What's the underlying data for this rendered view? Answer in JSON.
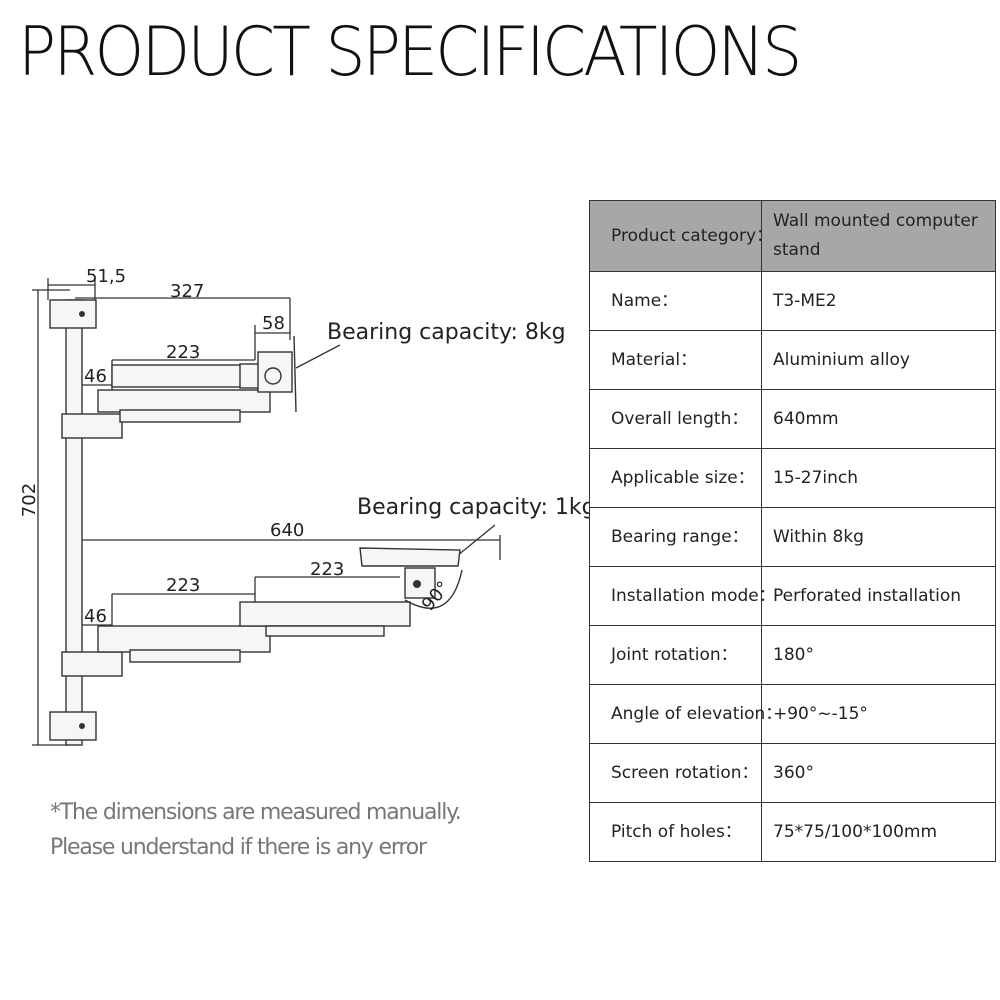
{
  "title": "PRODUCT SPECIFICATIONS",
  "diagram": {
    "dimensions": {
      "d51_5": "51,5",
      "d327": "327",
      "d58": "58",
      "d223_top": "223",
      "d46_top": "46",
      "d702": "702",
      "d640": "640",
      "d223_mid": "223",
      "d223_low": "223",
      "d46_low": "46",
      "angle": "90°"
    },
    "capacity_top": "Bearing capacity: 8kg",
    "capacity_bottom": "Bearing capacity: 1kg"
  },
  "note": {
    "line1": "*The dimensions are measured manually.",
    "line2": "Please understand if there is any error"
  },
  "specs": {
    "header": {
      "label": "Product category：",
      "value": "Wall mounted computer stand"
    },
    "rows": [
      {
        "label": "Name：",
        "value": "T3-ME2"
      },
      {
        "label": "Material：",
        "value": "Aluminium alloy"
      },
      {
        "label": "Overall length：",
        "value": "640mm"
      },
      {
        "label": "Applicable size：",
        "value": "15-27inch"
      },
      {
        "label": "Bearing range：",
        "value": " Within 8kg"
      },
      {
        "label": "Installation mode：",
        "value": " Perforated installation"
      },
      {
        "label": "Joint rotation：",
        "value": " 180°"
      },
      {
        "label": "Angle of elevation：",
        "value": "+90°~-15°"
      },
      {
        "label": "Screen rotation：",
        "value": " 360°"
      },
      {
        "label": "Pitch of holes：",
        "value": "  75*75/100*100mm"
      }
    ]
  },
  "colors": {
    "header_bg": "#a7a7a7",
    "border": "#333333",
    "note_text": "#777777"
  }
}
